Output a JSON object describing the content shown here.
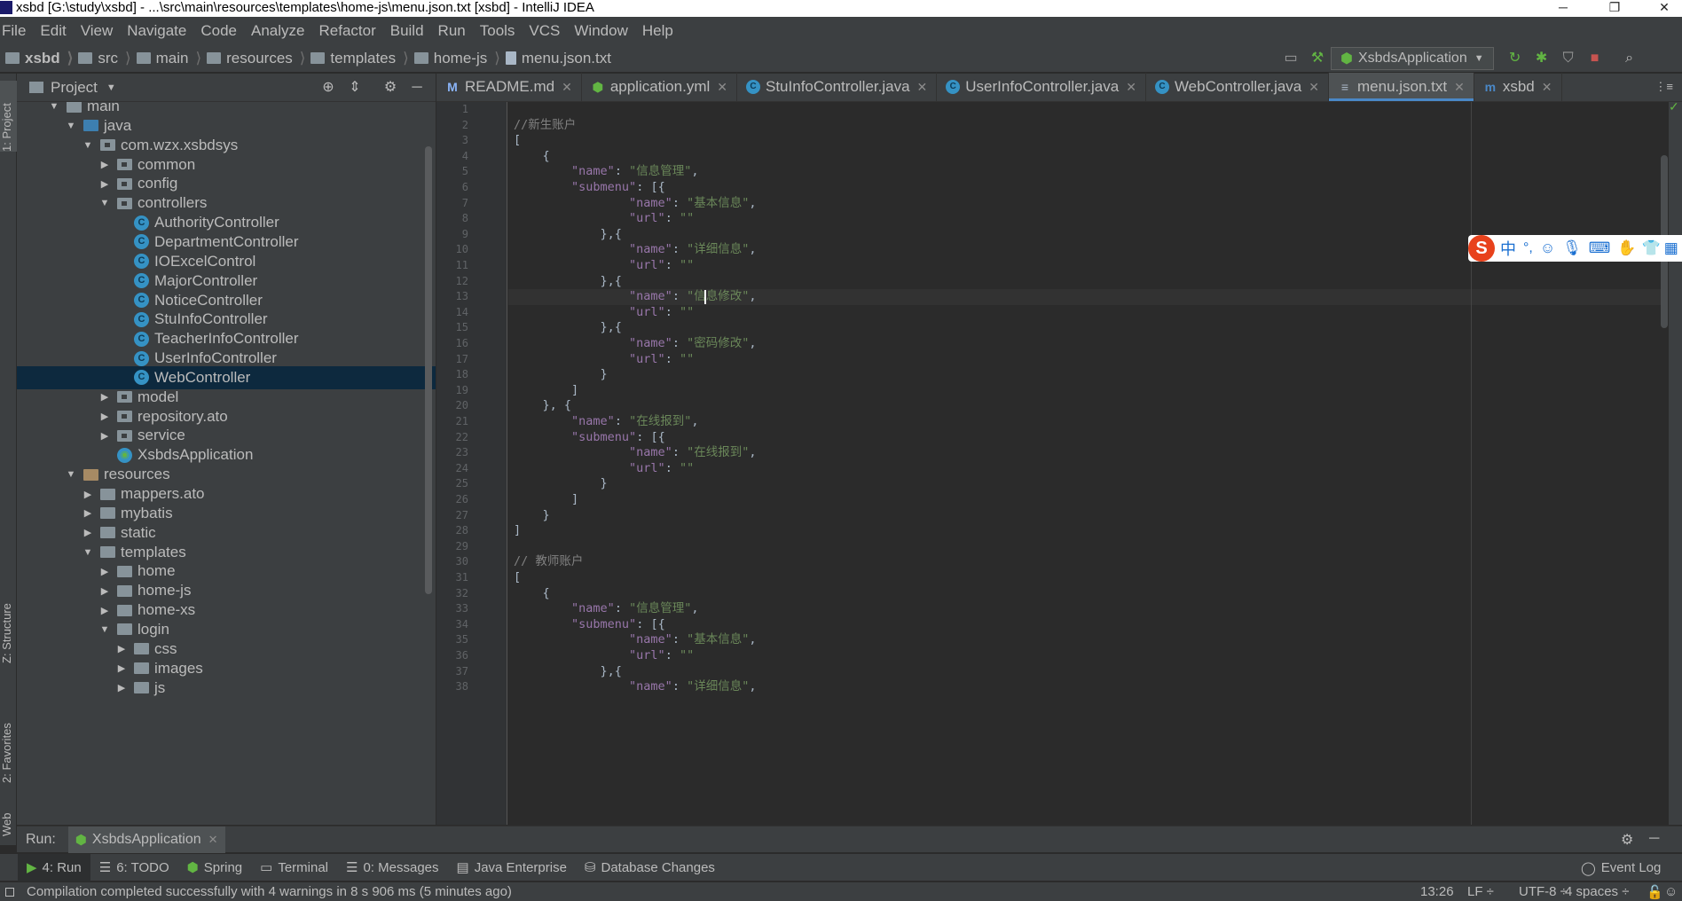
{
  "window": {
    "title": "xsbd [G:\\study\\xsbd] - ...\\src\\main\\resources\\templates\\home-js\\menu.json.txt [xsbd] - IntelliJ IDEA"
  },
  "menu": [
    "File",
    "Edit",
    "View",
    "Navigate",
    "Code",
    "Analyze",
    "Refactor",
    "Build",
    "Run",
    "Tools",
    "VCS",
    "Window",
    "Help"
  ],
  "breadcrumb": [
    "xsbd",
    "src",
    "main",
    "resources",
    "templates",
    "home-js",
    "menu.json.txt"
  ],
  "run_config": "XsbdsApplication",
  "project_panel": {
    "title": "Project"
  },
  "side_labels": {
    "project": "1: Project",
    "structure": "Z: Structure",
    "favorites": "2: Favorites",
    "web": "Web"
  },
  "tree": [
    {
      "label": "main",
      "type": "folder",
      "expanded": true
    },
    {
      "label": "java",
      "type": "folder-blue",
      "expanded": true
    },
    {
      "label": "com.wzx.xsbdsys",
      "type": "package",
      "expanded": true
    },
    {
      "label": "common",
      "type": "package",
      "expanded": false
    },
    {
      "label": "config",
      "type": "package",
      "expanded": false
    },
    {
      "label": "controllers",
      "type": "package",
      "expanded": true
    },
    {
      "label": "AuthorityController",
      "type": "class"
    },
    {
      "label": "DepartmentController",
      "type": "class"
    },
    {
      "label": "IOExcelControl",
      "type": "class"
    },
    {
      "label": "MajorController",
      "type": "class"
    },
    {
      "label": "NoticeController",
      "type": "class"
    },
    {
      "label": "StuInfoController",
      "type": "class"
    },
    {
      "label": "TeacherInfoController",
      "type": "class"
    },
    {
      "label": "UserInfoController",
      "type": "class"
    },
    {
      "label": "WebController",
      "type": "class",
      "selected": true
    },
    {
      "label": "model",
      "type": "package",
      "expanded": false
    },
    {
      "label": "repository.ato",
      "type": "package",
      "expanded": false
    },
    {
      "label": "service",
      "type": "package",
      "expanded": false
    },
    {
      "label": "XsbdsApplication",
      "type": "spring"
    },
    {
      "label": "resources",
      "type": "folder-res",
      "expanded": true
    },
    {
      "label": "mappers.ato",
      "type": "folder",
      "expanded": false
    },
    {
      "label": "mybatis",
      "type": "folder",
      "expanded": false
    },
    {
      "label": "static",
      "type": "folder",
      "expanded": false
    },
    {
      "label": "templates",
      "type": "folder",
      "expanded": true
    },
    {
      "label": "home",
      "type": "folder",
      "expanded": false
    },
    {
      "label": "home-js",
      "type": "folder",
      "expanded": false
    },
    {
      "label": "home-xs",
      "type": "folder",
      "expanded": false
    },
    {
      "label": "login",
      "type": "folder",
      "expanded": true
    },
    {
      "label": "css",
      "type": "folder",
      "expanded": false
    },
    {
      "label": "images",
      "type": "folder",
      "expanded": false
    },
    {
      "label": "js",
      "type": "folder",
      "expanded": false
    }
  ],
  "tabs": [
    {
      "label": "README.md",
      "icon": "markdown-icon"
    },
    {
      "label": "application.yml",
      "icon": "yaml-icon"
    },
    {
      "label": "StuInfoController.java",
      "icon": "class-icon"
    },
    {
      "label": "UserInfoController.java",
      "icon": "class-icon"
    },
    {
      "label": "WebController.java",
      "icon": "class-icon"
    },
    {
      "label": "menu.json.txt",
      "icon": "text-file-icon",
      "active": true
    },
    {
      "label": "xsbd",
      "icon": "maven-icon"
    }
  ],
  "code_lines": [
    "",
    "//新生账户",
    "[",
    "    {",
    "        \"name\": \"信息管理\",",
    "        \"submenu\": [{",
    "                \"name\": \"基本信息\",",
    "                \"url\": \"\"",
    "            },{",
    "                \"name\": \"详细信息\",",
    "                \"url\": \"\"",
    "            },{",
    "                \"name\": \"信息修改\",",
    "                \"url\": \"\"",
    "            },{",
    "                \"name\": \"密码修改\",",
    "                \"url\": \"\"",
    "            }",
    "        ]",
    "    }, {",
    "        \"name\": \"在线报到\",",
    "        \"submenu\": [{",
    "                \"name\": \"在线报到\",",
    "                \"url\": \"\"",
    "            }",
    "        ]",
    "    }",
    "]",
    "",
    "// 教师账户",
    "[",
    "    {",
    "        \"name\": \"信息管理\",",
    "        \"submenu\": [{",
    "                \"name\": \"基本信息\",",
    "                \"url\": \"\"",
    "            },{",
    "                \"name\": \"详细信息\","
  ],
  "current_line": 13,
  "ime": {
    "lang": "中"
  },
  "run_panel": {
    "label": "Run:",
    "config": "XsbdsApplication"
  },
  "tool_windows": [
    {
      "label": "4: Run",
      "active": true,
      "icon": "run-icon"
    },
    {
      "label": "6: TODO",
      "icon": "todo-icon"
    },
    {
      "label": "Spring",
      "icon": "spring-icon"
    },
    {
      "label": "Terminal",
      "icon": "terminal-icon"
    },
    {
      "label": "0: Messages",
      "icon": "messages-icon"
    },
    {
      "label": "Java Enterprise",
      "icon": "java-ee-icon"
    },
    {
      "label": "Database Changes",
      "icon": "database-icon"
    }
  ],
  "event_log": "Event Log",
  "status": {
    "message": "Compilation completed successfully with 4 warnings in 8 s 906 ms (5 minutes ago)",
    "position": "13:26",
    "line_sep": "LF ÷",
    "encoding": "UTF-8 ÷",
    "indent": "4 spaces ÷"
  }
}
